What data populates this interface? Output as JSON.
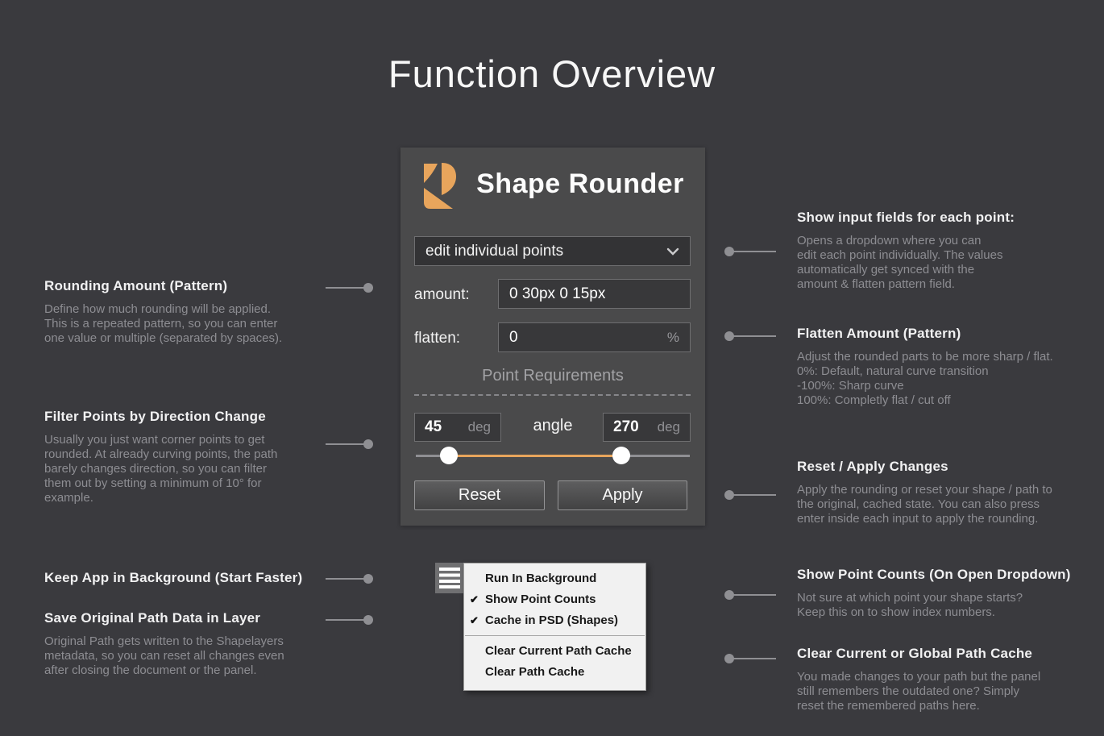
{
  "page": {
    "title": "Function Overview",
    "background_color": "#3a3a3e"
  },
  "panel": {
    "app_title": "Shape Rounder",
    "accent_color": "#e8a55c",
    "logo_icon": "shape-rounder-logo",
    "mode_dropdown": {
      "selected": "edit individual points"
    },
    "amount_field": {
      "label": "amount:",
      "value": "0 30px 0 15px"
    },
    "flatten_field": {
      "label": "flatten:",
      "value": "0",
      "unit": "%"
    },
    "section_title": "Point Requirements",
    "angle": {
      "label": "angle",
      "min_value": "45",
      "max_value": "270",
      "unit": "deg",
      "range": [
        0,
        360
      ]
    },
    "reset_label": "Reset",
    "apply_label": "Apply"
  },
  "annotations": {
    "left": [
      {
        "title": "Rounding Amount (Pattern)",
        "description": "Define how much rounding will be applied.\nThis is a repeated pattern, so you can enter\none value or multiple (separated by spaces)."
      },
      {
        "title": "Filter Points by Direction Change",
        "description": "Usually you just want corner points to get\nrounded. At already curving points, the path\nbarely changes direction, so you can filter\nthem out by setting a minimum of 10° for\nexample."
      },
      {
        "title": "Keep App in Background (Start Faster)",
        "description": ""
      },
      {
        "title": "Save Original Path Data in Layer",
        "description": "Original Path gets written to the Shapelayers\nmetadata, so you can reset all changes even\nafter closing the document or the panel."
      }
    ],
    "right": [
      {
        "title": "Show input fields for each point:",
        "description": "Opens a dropdown where you can\nedit each point individually. The values\nautomatically get synced with the\namount & flatten pattern field."
      },
      {
        "title": "Flatten Amount (Pattern)",
        "description": "Adjust the rounded parts to be more sharp / flat.\n0%: Default, natural curve transition\n-100%: Sharp curve\n100%: Completly flat / cut off"
      },
      {
        "title": "Reset / Apply Changes",
        "description": "Apply the rounding or reset your shape / path to\nthe original, cached state. You can also press\nenter inside each input to apply the rounding."
      },
      {
        "title": "Show Point Counts (On Open Dropdown)",
        "description": "Not sure at which point your shape starts?\nKeep this on to show index numbers."
      },
      {
        "title": "Clear Current or Global Path Cache",
        "description": "You made changes to your path but the panel\nstill remembers the outdated one? Simply\nreset the remembered paths here."
      }
    ]
  },
  "menu": {
    "button_icon": "hamburger-menu",
    "items": [
      {
        "label": "Run In Background",
        "check": ""
      },
      {
        "label": "Show Point Counts",
        "check": "✔"
      },
      {
        "label": "Cache in PSD (Shapes)",
        "check": "✔"
      },
      {
        "label": "Clear Current Path Cache",
        "check": ""
      },
      {
        "label": "Clear Path Cache",
        "check": ""
      }
    ]
  }
}
